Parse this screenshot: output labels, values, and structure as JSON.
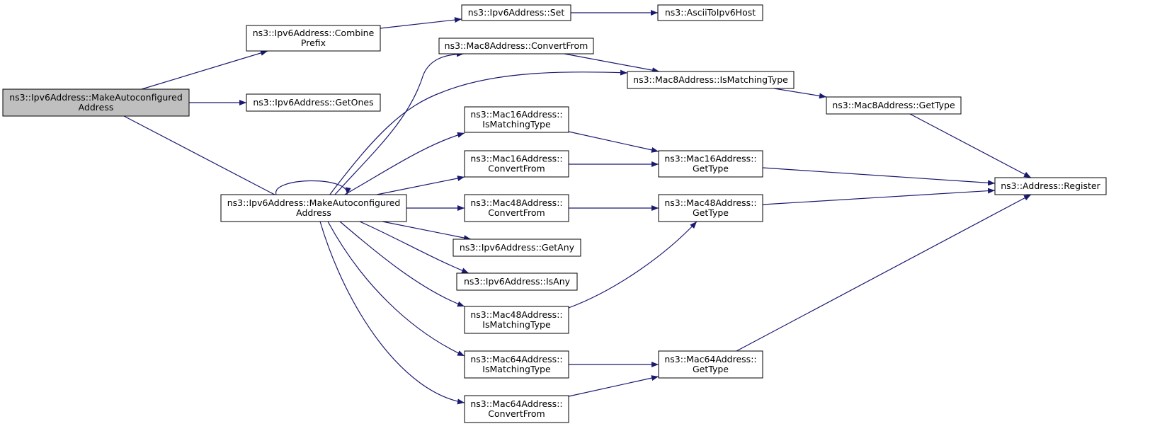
{
  "graph": {
    "colors": {
      "edge": "#191970",
      "node_fill": "#ffffff",
      "root_fill": "#bfbfbf",
      "border": "#000000"
    },
    "nodes": [
      {
        "id": "root",
        "name": "node-root-makeautoconfiguredaddress",
        "lines": [
          "ns3::Ipv6Address::MakeAutoconfigured",
          "Address"
        ],
        "root": true
      },
      {
        "id": "combine",
        "name": "node-ipv6address-combineprefix",
        "lines": [
          "ns3::Ipv6Address::Combine",
          "Prefix"
        ]
      },
      {
        "id": "getones",
        "name": "node-ipv6address-getones",
        "lines": [
          "ns3::Ipv6Address::GetOnes"
        ]
      },
      {
        "id": "make2",
        "name": "node-ipv6address-makeautoconfiguredaddress",
        "lines": [
          "ns3::Ipv6Address::MakeAutoconfigured",
          "Address"
        ]
      },
      {
        "id": "set",
        "name": "node-ipv6address-set",
        "lines": [
          "ns3::Ipv6Address::Set"
        ]
      },
      {
        "id": "ascii",
        "name": "node-asciitoipv6host",
        "lines": [
          "ns3::AsciiToIpv6Host"
        ]
      },
      {
        "id": "m8conv",
        "name": "node-mac8address-convertfrom",
        "lines": [
          "ns3::Mac8Address::ConvertFrom"
        ]
      },
      {
        "id": "m8match",
        "name": "node-mac8address-ismatchingtype",
        "lines": [
          "ns3::Mac8Address::IsMatchingType"
        ]
      },
      {
        "id": "m8type",
        "name": "node-mac8address-gettype",
        "lines": [
          "ns3::Mac8Address::GetType"
        ]
      },
      {
        "id": "m16match",
        "name": "node-mac16address-ismatchingtype",
        "lines": [
          "ns3::Mac16Address::",
          "IsMatchingType"
        ]
      },
      {
        "id": "m16conv",
        "name": "node-mac16address-convertfrom",
        "lines": [
          "ns3::Mac16Address::",
          "ConvertFrom"
        ]
      },
      {
        "id": "m16type",
        "name": "node-mac16address-gettype",
        "lines": [
          "ns3::Mac16Address::",
          "GetType"
        ]
      },
      {
        "id": "register",
        "name": "node-address-register",
        "lines": [
          "ns3::Address::Register"
        ]
      },
      {
        "id": "m48conv",
        "name": "node-mac48address-convertfrom",
        "lines": [
          "ns3::Mac48Address::",
          "ConvertFrom"
        ]
      },
      {
        "id": "m48type",
        "name": "node-mac48address-gettype",
        "lines": [
          "ns3::Mac48Address::",
          "GetType"
        ]
      },
      {
        "id": "getany",
        "name": "node-ipv6address-getany",
        "lines": [
          "ns3::Ipv6Address::GetAny"
        ]
      },
      {
        "id": "isany",
        "name": "node-ipv6address-isany",
        "lines": [
          "ns3::Ipv6Address::IsAny"
        ]
      },
      {
        "id": "m48match",
        "name": "node-mac48address-ismatchingtype",
        "lines": [
          "ns3::Mac48Address::",
          "IsMatchingType"
        ]
      },
      {
        "id": "m64match",
        "name": "node-mac64address-ismatchingtype",
        "lines": [
          "ns3::Mac64Address::",
          "IsMatchingType"
        ]
      },
      {
        "id": "m64type",
        "name": "node-mac64address-gettype",
        "lines": [
          "ns3::Mac64Address::",
          "GetType"
        ]
      },
      {
        "id": "m64conv",
        "name": "node-mac64address-convertfrom",
        "lines": [
          "ns3::Mac64Address::",
          "ConvertFrom"
        ]
      }
    ],
    "edges": [
      {
        "from": "root",
        "to": "combine"
      },
      {
        "from": "root",
        "to": "getones"
      },
      {
        "from": "root",
        "to": "make2"
      },
      {
        "from": "combine",
        "to": "set"
      },
      {
        "from": "set",
        "to": "ascii"
      },
      {
        "from": "make2",
        "to": "make2"
      },
      {
        "from": "make2",
        "to": "m8conv"
      },
      {
        "from": "make2",
        "to": "m8match"
      },
      {
        "from": "make2",
        "to": "m16match"
      },
      {
        "from": "make2",
        "to": "m16conv"
      },
      {
        "from": "make2",
        "to": "m48conv"
      },
      {
        "from": "make2",
        "to": "getany"
      },
      {
        "from": "make2",
        "to": "isany"
      },
      {
        "from": "make2",
        "to": "m48match"
      },
      {
        "from": "make2",
        "to": "m64match"
      },
      {
        "from": "make2",
        "to": "m64conv"
      },
      {
        "from": "m8conv",
        "to": "m8match"
      },
      {
        "from": "m8match",
        "to": "m8type"
      },
      {
        "from": "m8type",
        "to": "register"
      },
      {
        "from": "m16match",
        "to": "m16type"
      },
      {
        "from": "m16conv",
        "to": "m16type"
      },
      {
        "from": "m16type",
        "to": "register"
      },
      {
        "from": "m48conv",
        "to": "m48type"
      },
      {
        "from": "m48match",
        "to": "m48type"
      },
      {
        "from": "m48type",
        "to": "register"
      },
      {
        "from": "m64match",
        "to": "m64type"
      },
      {
        "from": "m64conv",
        "to": "m64type"
      },
      {
        "from": "m64type",
        "to": "register"
      }
    ]
  }
}
